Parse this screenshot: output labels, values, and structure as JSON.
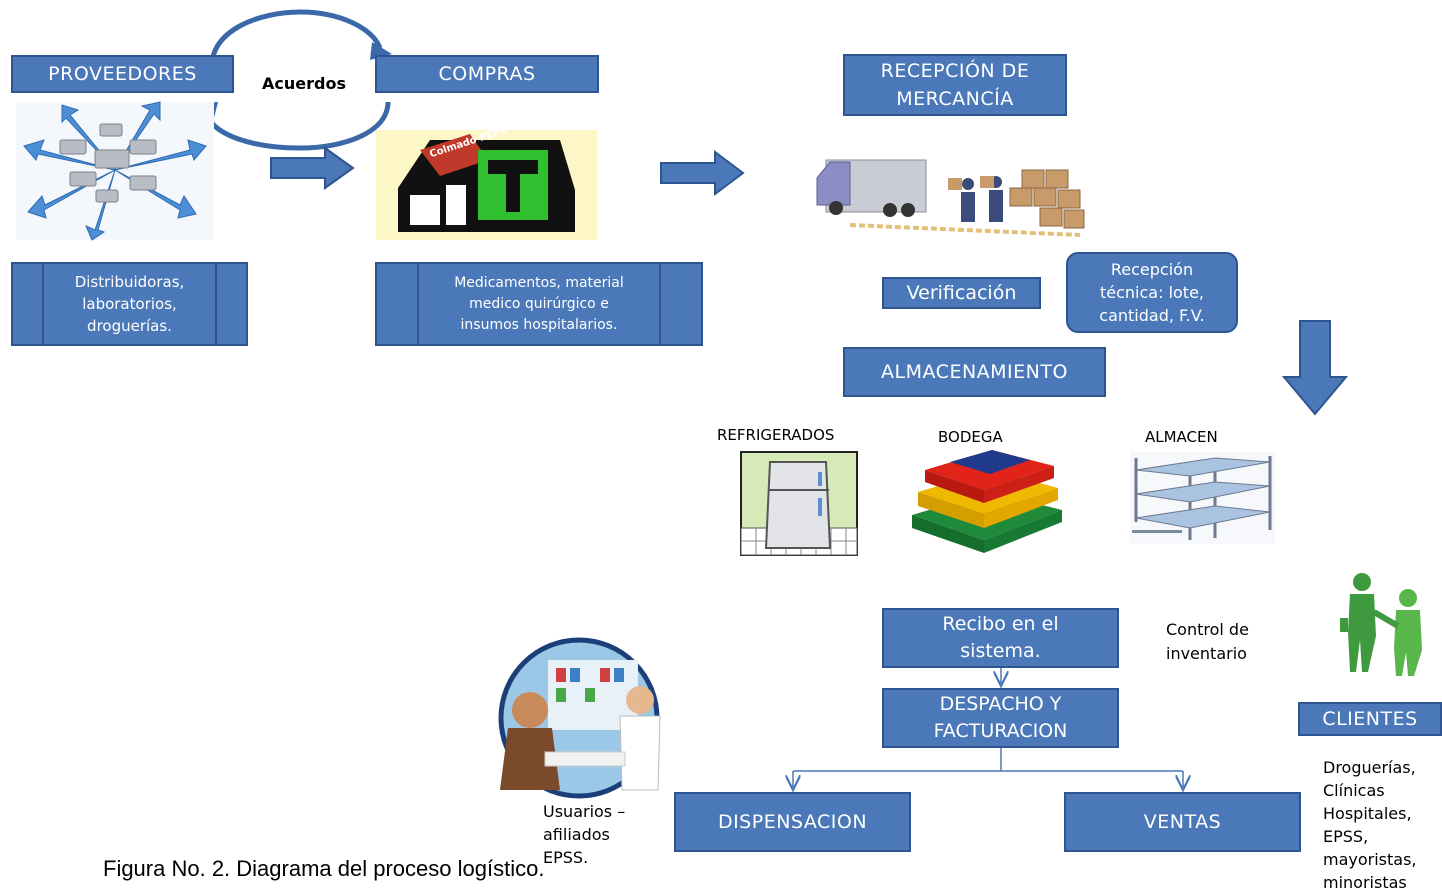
{
  "proveedores": {
    "label": "PROVEEDORES",
    "desc": "Distribuidoras,\nlaboratorios,\ndroguerías."
  },
  "acuerdos": {
    "label": "Acuerdos"
  },
  "compras": {
    "label": "COMPRAS",
    "desc": "Medicamentos, material\nmedico quirúrgico e\ninsumos hospitalarios.",
    "store_sign": "Colmado PEPE"
  },
  "recepcion": {
    "label": "RECEPCIÓN DE\nMERCANCÍA"
  },
  "verificacion": {
    "label": "Verificación"
  },
  "recepcion_tecnica": {
    "label": "Recepción\ntécnica: lote,\ncantidad, F.V."
  },
  "almacenamiento": {
    "label": "ALMACENAMIENTO",
    "items": [
      {
        "label": "REFRIGERADOS"
      },
      {
        "label": "BODEGA"
      },
      {
        "label": "ALMACEN"
      }
    ]
  },
  "recibo": {
    "label": "Recibo en el\nsistema."
  },
  "control": {
    "label": "Control de\ninventario"
  },
  "despacho": {
    "label": "DESPACHO Y\nFACTURACION"
  },
  "dispensacion": {
    "label": "DISPENSACION",
    "note": "Usuarios –\nafiliados\nEPSS."
  },
  "ventas": {
    "label": "VENTAS"
  },
  "clientes": {
    "label": "CLIENTES",
    "desc": "Droguerías,\nClínicas\nHospitales,\nEPSS,\nmayoristas,\nminoristas"
  },
  "caption": {
    "text": "Figura No. 2. Diagrama del proceso logístico."
  },
  "colors": {
    "box": "#4a78b8",
    "border": "#2f5591",
    "arrow": "#4a78b8"
  }
}
